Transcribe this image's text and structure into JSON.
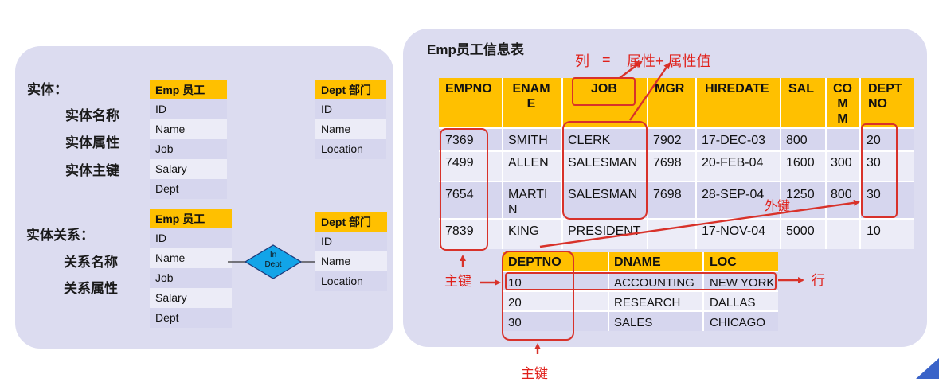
{
  "left": {
    "entity_title": "实体：",
    "entity_items": [
      "实体名称",
      "实体属性",
      "实体主键"
    ],
    "relation_title": "实体关系：",
    "relation_items": [
      "关系名称",
      "关系属性"
    ],
    "emp1": {
      "header": "Emp 员工",
      "rows": [
        "ID",
        "Name",
        "Job",
        "Salary",
        "Dept"
      ]
    },
    "dept1": {
      "header": "Dept 部门",
      "rows": [
        "ID",
        "Name",
        "Location"
      ]
    },
    "emp2": {
      "header": "Emp 员工",
      "rows": [
        "ID",
        "Name",
        "Job",
        "Salary",
        "Dept"
      ]
    },
    "dept2": {
      "header": "Dept 部门",
      "rows": [
        "ID",
        "Name",
        "Location"
      ]
    },
    "relation_diamond": "In\nDept"
  },
  "right": {
    "title": "Emp员工信息表",
    "col_label": "列",
    "equals": "=",
    "attr_label": "属性+ 属性值",
    "fk_label": "外键",
    "pk_label_1": "主键",
    "pk_label_2": "主键",
    "row_label": "行",
    "emp_table": {
      "headers": [
        "EMPNO",
        "ENAM\nE",
        "JOB",
        "MGR",
        "HIREDATE",
        "SAL",
        "CO\nM\nM",
        "DEPT\nNO"
      ],
      "rows": [
        [
          "7369",
          "SMITH",
          "CLERK",
          "7902",
          "17-DEC-03",
          "800",
          "",
          "20"
        ],
        [
          "7499",
          "ALLEN",
          "SALESMAN",
          "7698",
          "20-FEB-04",
          "1600",
          "300",
          "30"
        ],
        [
          "7654",
          "MARTI\nN",
          "SALESMAN",
          "7698",
          "28-SEP-04",
          "1250",
          "800",
          "30"
        ],
        [
          "7839",
          "KING",
          "PRESIDENT",
          "",
          "17-NOV-04",
          "5000",
          "",
          "10"
        ]
      ]
    },
    "dept_table": {
      "headers": [
        "DEPTNO",
        "DNAME",
        "LOC"
      ],
      "rows": [
        [
          "10",
          "ACCOUNTING",
          "NEW YORK"
        ],
        [
          "20",
          "RESEARCH",
          "DALLAS"
        ],
        [
          "30",
          "SALES",
          "CHICAGO"
        ]
      ]
    }
  }
}
